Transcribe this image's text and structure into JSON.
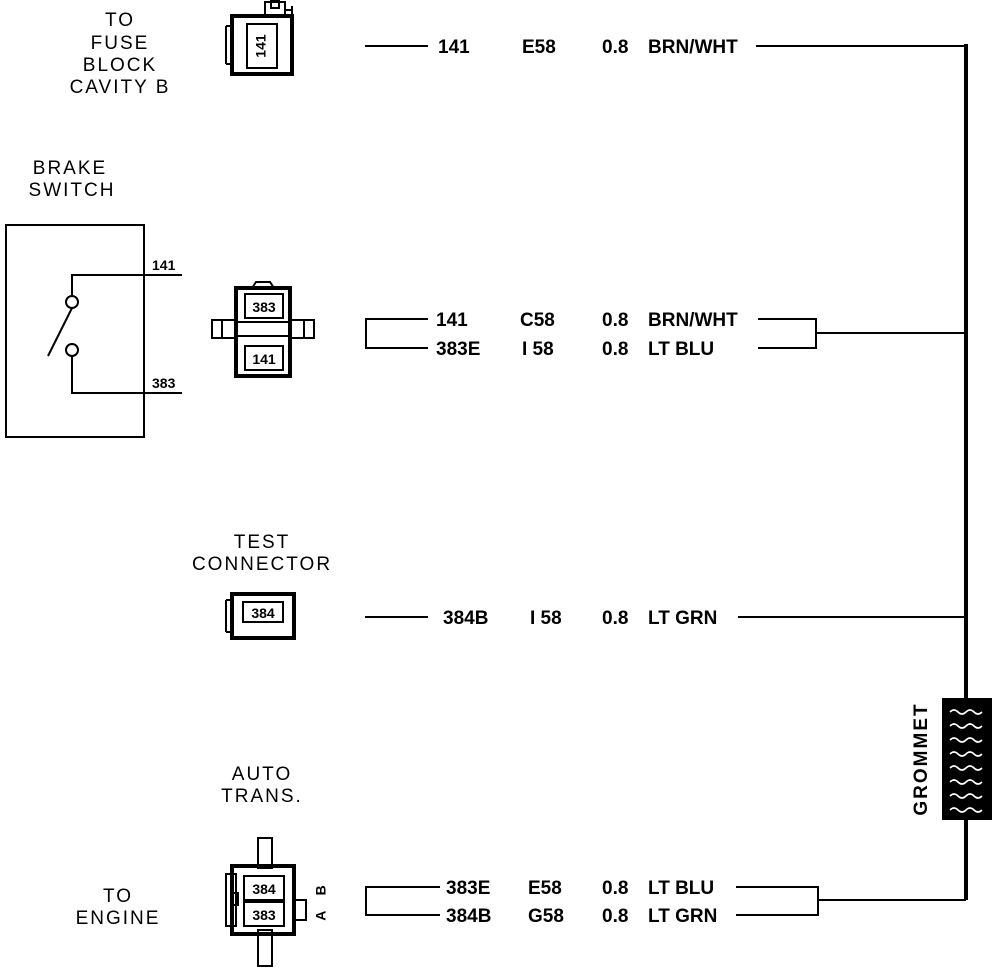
{
  "labels": {
    "fuse_block": [
      "TO",
      "FUSE",
      "BLOCK",
      "CAVITY B"
    ],
    "brake_switch": [
      "BRAKE",
      "SWITCH"
    ],
    "test_connector": [
      "TEST",
      "CONNECTOR"
    ],
    "auto_trans": [
      "AUTO",
      "TRANS."
    ],
    "to_engine": [
      "TO",
      "ENGINE"
    ],
    "grommet": "GROMMET"
  },
  "brake_switch_pins": {
    "top": "141",
    "bottom": "383"
  },
  "connector_pins": {
    "fuse": "141",
    "brake_top": "383",
    "brake_bottom": "141",
    "test": "384",
    "trans_top": "384",
    "trans_bottom": "383",
    "trans_side": "A B"
  },
  "wires": [
    {
      "circuit": "141",
      "location": "E58",
      "gauge": "0.8",
      "color": "BRN/WHT"
    },
    {
      "circuit": "141",
      "location": "C58",
      "gauge": "0.8",
      "color": "BRN/WHT"
    },
    {
      "circuit": "383E",
      "location": "I 58",
      "gauge": "0.8",
      "color": "LT  BLU"
    },
    {
      "circuit": "384B",
      "location": "I 58",
      "gauge": "0.8",
      "color": "LT GRN"
    },
    {
      "circuit": "383E",
      "location": "E58",
      "gauge": "0.8",
      "color": "LT BLU"
    },
    {
      "circuit": "384B",
      "location": "G58",
      "gauge": "0.8",
      "color": "LT GRN"
    }
  ]
}
